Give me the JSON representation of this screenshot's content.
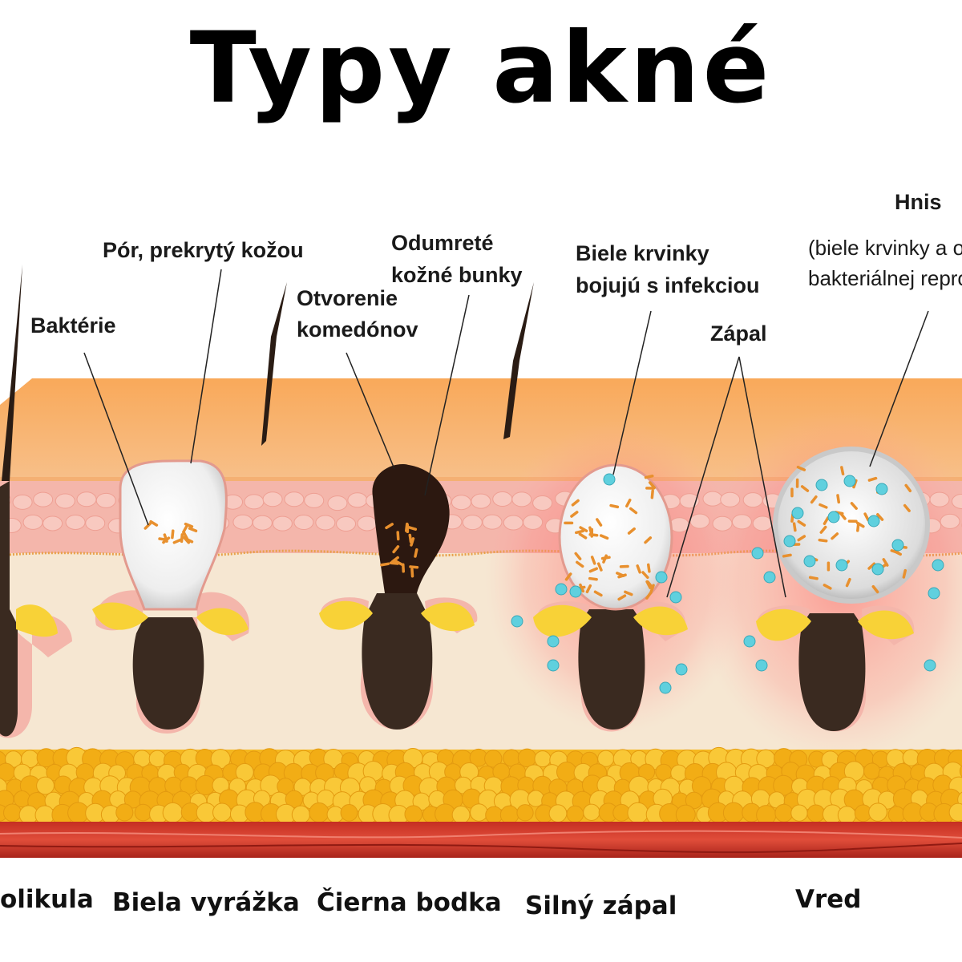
{
  "title": "Typy akné",
  "callouts": {
    "bakterie": "Baktérie",
    "por": "Pór, prekrytý kožou",
    "otvorenie_1": "Otvorenie",
    "otvorenie_2": "komedónov",
    "odumrete_1": "Odumreté",
    "odumrete_2": "kožné bunky",
    "biele_1": "Biele krvinky",
    "biele_2": "bojujú s infekciou",
    "zapal": "Zápal",
    "hnis": "Hnis",
    "hnis_desc_1": "(biele krvinky a o",
    "hnis_desc_2": "bakteriálnej repro"
  },
  "types": [
    "olikula",
    "Biela vyrážka",
    "Čierna bodka",
    "Silný zápal",
    "Vred"
  ],
  "colors": {
    "epidermis": "#f6c590",
    "epidermis_top": "#f9b06a",
    "dermis_pink": "#f4b6ab",
    "dermis_cream": "#f6e7d2",
    "fat": "#f5b820",
    "muscle": "#d53b2b",
    "follicle": "#3a2a20",
    "sebum": "#f8d237",
    "bacteria": "#e8902e",
    "white_cell": "#58c8d8",
    "inflammation": "#ff5a5a"
  }
}
